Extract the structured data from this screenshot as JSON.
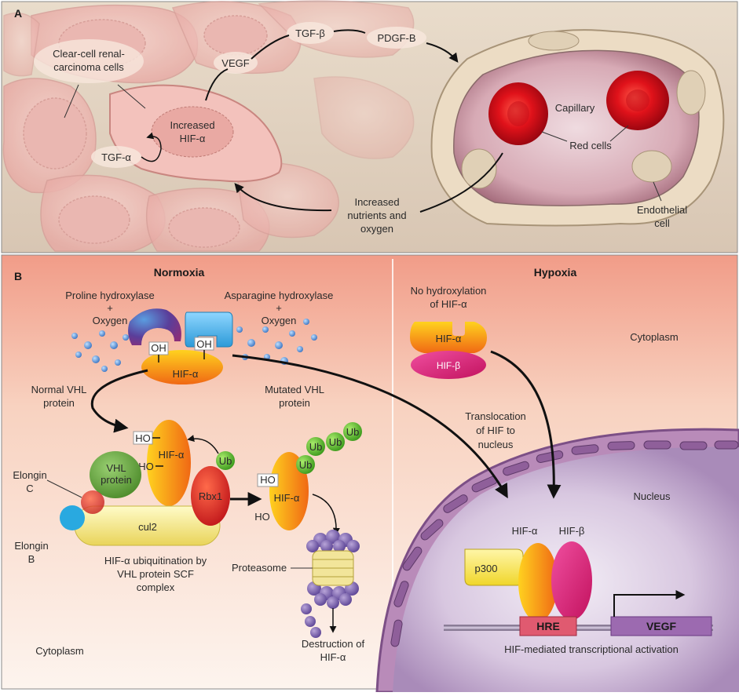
{
  "panel_a": {
    "letter": "A",
    "rcc_cells": "Clear-cell renal-\ncarcinoma cells",
    "increased_hif": "Increased\nHIF-α",
    "tgf_alpha": "TGF-α",
    "vegf": "VEGF",
    "tgf_beta": "TGF-β",
    "pdgf_b": "PDGF-B",
    "capillary": "Capillary",
    "red_cells": "Red cells",
    "endothelial": "Endothelial\ncell",
    "nutrients": "Increased\nnutrients and\noxygen"
  },
  "panel_b": {
    "letter": "B",
    "normoxia": "Normoxia",
    "hypoxia": "Hypoxia",
    "proline": "Proline hydroxylase\n+\nOxygen",
    "asparagine": "Asparagine hydroxylase\n+\nOxygen",
    "oh": "OH",
    "ho": "HO",
    "hif_alpha": "HIF-α",
    "hif_beta": "HIF-β",
    "normal_vhl": "Normal VHL\nprotein",
    "mutated_vhl": "Mutated VHL\nprotein",
    "elongin_c": "Elongin\nC",
    "elongin_b": "Elongin\nB",
    "vhl_protein": "VHL\nprotein",
    "cul2": "cul2",
    "rbx1": "Rbx1",
    "ub": "Ub",
    "ubiq_caption": "HIF-α ubiquitination by\nVHL protein SCF\ncomplex",
    "proteasome": "Proteasome",
    "destruction": "Destruction of\nHIF-α",
    "cytoplasm": "Cytoplasm",
    "no_hydroxylation": "No hydroxylation\nof HIF-α",
    "translocation": "Translocation\nof HIF to\nnucleus",
    "nucleus": "Nucleus",
    "p300": "p300",
    "hre": "HRE",
    "vegf_gene": "VEGF",
    "hif_mediated": "HIF-mediated transcriptional activation"
  }
}
